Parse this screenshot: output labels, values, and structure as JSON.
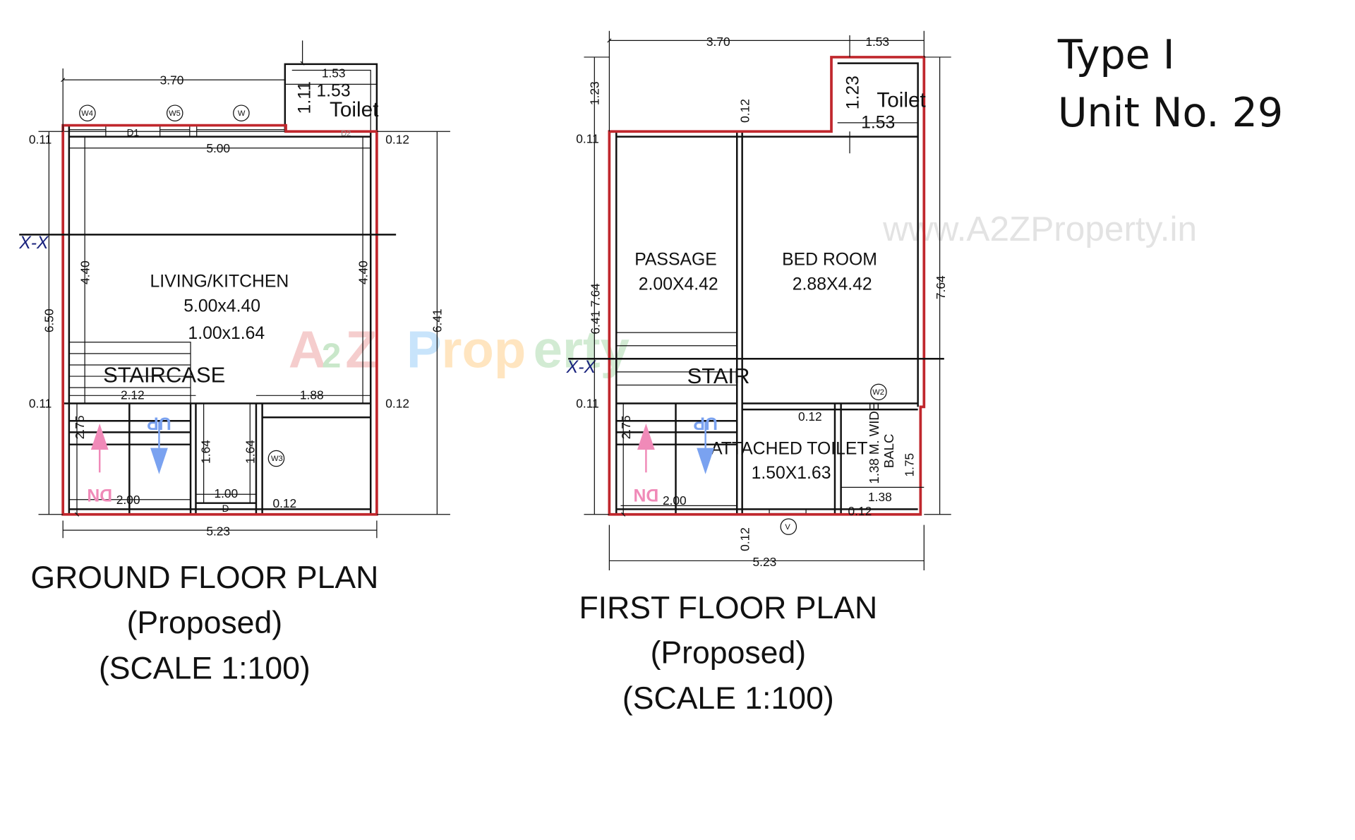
{
  "header": {
    "type": "Type I",
    "unit": "Unit No. 29"
  },
  "watermark": {
    "url": "www.A2ZProperty.in",
    "logo_text": "A2Z Property"
  },
  "colors": {
    "outline": "#c0272d",
    "up_arrow": "#7aa2f0",
    "down_arrow": "#f08ab8",
    "section": "#1a237e"
  },
  "ground_floor": {
    "title": "GROUND FLOOR PLAN",
    "subtitle": "(Proposed)",
    "scale": "(SCALE 1:100)",
    "section_mark": "X-X",
    "rooms": {
      "living_label": "LIVING/KITCHEN",
      "living_size": "5.00x4.40",
      "extra_size": "1.00x1.64",
      "staircase": "STAIRCASE",
      "toilet": "Toilet",
      "up": "UP",
      "dn": "DN"
    },
    "tags": [
      "W4",
      "W5",
      "W",
      "W3"
    ],
    "door_labels": [
      "D1",
      "D2",
      "D"
    ],
    "dims": {
      "top_left": "3.70",
      "top_toilet": "1.53",
      "toilet_inner": "1.53",
      "toilet_h": "1.11",
      "inner_width": "5.00",
      "left_total": "6.50",
      "right_total": "6.41",
      "left_room": "4.40",
      "right_room": "4.40",
      "wall_tl": "0.11",
      "wall_tr": "0.12",
      "wall_ml": "0.11",
      "wall_mr": "0.12",
      "stair_width": "2.12",
      "right_room_w": "1.88",
      "stair_h": "2.75",
      "pass_h1": "1.64",
      "pass_h2": "1.64",
      "stair_bottom": "2.00",
      "pass_w": "1.00",
      "wall_b": "0.12",
      "total_width": "5.23"
    }
  },
  "first_floor": {
    "title": "FIRST FLOOR PLAN",
    "subtitle": "(Proposed)",
    "scale": "(SCALE 1:100)",
    "section_mark": "X-X",
    "rooms": {
      "passage_label": "PASSAGE",
      "passage_size": "2.00X4.42",
      "bedroom_label": "BED ROOM",
      "bedroom_size": "2.88X4.42",
      "stair": "STAIR",
      "toilet_label": "ATTACHED TOILET",
      "toilet_size": "1.50X1.63",
      "toilet": "Toilet",
      "balc": "BALC",
      "balc_wide": "1.38 M. WIDE",
      "up": "UP",
      "dn": "DN"
    },
    "tags": [
      "W2",
      "V"
    ],
    "dims": {
      "top_left": "3.70",
      "top_toilet": "1.53",
      "toilet_h": "1.23",
      "toilet_inner": "1.53",
      "left_toilet_h": "1.23",
      "left_total": "6.41 7.64",
      "right_total": "7.64",
      "wall_t": "0.12",
      "wall_tl": "0.11",
      "wall_ml": "0.11",
      "wall_mid": "0.12",
      "stair_h": "2.75",
      "stair_bottom": "2.00",
      "balc_w": "1.38",
      "balc_h": "1.75",
      "wall_b": "0.12",
      "wall_bottom": "0.12",
      "total_width": "5.23"
    }
  }
}
